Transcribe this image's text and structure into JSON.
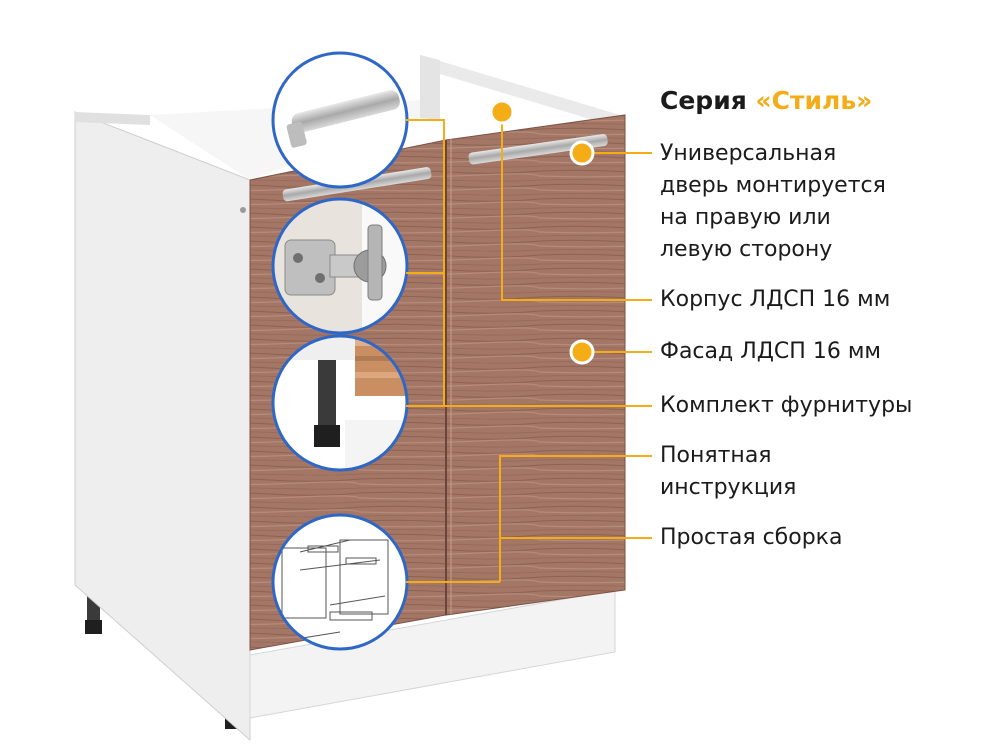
{
  "heading": {
    "series_word": "Серия",
    "series_name": "«Стиль»"
  },
  "features": {
    "universal_door": [
      "Универсальная",
      "дверь монтируется",
      "на правую или",
      "левую сторону"
    ],
    "body_material": "Корпус ЛДСП 16 мм",
    "facade_material": "Фасад ЛДСП 16 мм",
    "hardware_kit": "Комплект фурнитуры",
    "instructions": [
      "Понятная",
      "инструкция"
    ],
    "assembly": "Простая сборка"
  },
  "colors": {
    "accent": "#f4ac17",
    "wood": "#a27565",
    "body": "#f0f0f0",
    "text": "#1b1b1b"
  },
  "icons": [
    "handle-icon",
    "hinge-icon",
    "leg-icon",
    "instruction-diagram-icon"
  ]
}
